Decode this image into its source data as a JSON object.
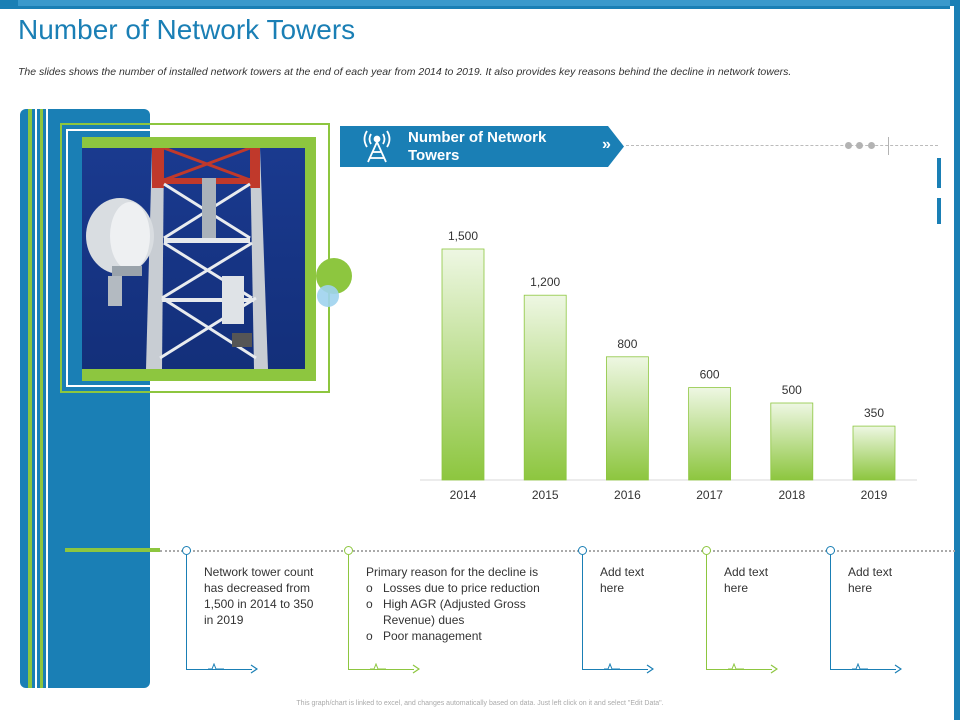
{
  "page": {
    "title": "Number of Network Towers",
    "subtitle": "The slides shows the number of installed network towers at the end of each year from 2014 to 2019. It also provides key reasons behind the decline in network towers.",
    "footer": "This graph/chart is linked to excel, and changes automatically based on data. Just left click on it and select \"Edit Data\"."
  },
  "banner": {
    "label": "Number of Network Towers",
    "icon": "antenna-tower-icon",
    "arrows": "»"
  },
  "colors": {
    "brand_blue": "#1a7fb5",
    "accent_green": "#8dc63f",
    "bar_top": "#eef7e3",
    "bar_bottom": "#8dc63f"
  },
  "notes": [
    {
      "lines": [
        "Network tower count",
        "has decreased from",
        "1,500 in 2014 to 350",
        "in 2019"
      ],
      "color": "#1a7fb5"
    },
    {
      "lines": [
        "Primary reason for the decline is"
      ],
      "bullets": [
        "Losses due to price reduction",
        "High AGR (Adjusted Gross Revenue)  dues",
        "Poor management"
      ],
      "color": "#8dc63f"
    },
    {
      "lines": [
        "Add text",
        "here"
      ],
      "color": "#1a7fb5"
    },
    {
      "lines": [
        "Add text",
        "here"
      ],
      "color": "#8dc63f"
    },
    {
      "lines": [
        "Add text",
        "here"
      ],
      "color": "#1a7fb5"
    }
  ],
  "chart_data": {
    "type": "bar",
    "categories": [
      "2014",
      "2015",
      "2016",
      "2017",
      "2018",
      "2019"
    ],
    "values": [
      1500,
      1200,
      800,
      600,
      500,
      350
    ],
    "value_labels": [
      "1,500",
      "1,200",
      "800",
      "600",
      "500",
      "350"
    ],
    "title": "",
    "xlabel": "",
    "ylabel": "",
    "ylim": [
      0,
      1500
    ],
    "grid": false,
    "legend": "none"
  }
}
